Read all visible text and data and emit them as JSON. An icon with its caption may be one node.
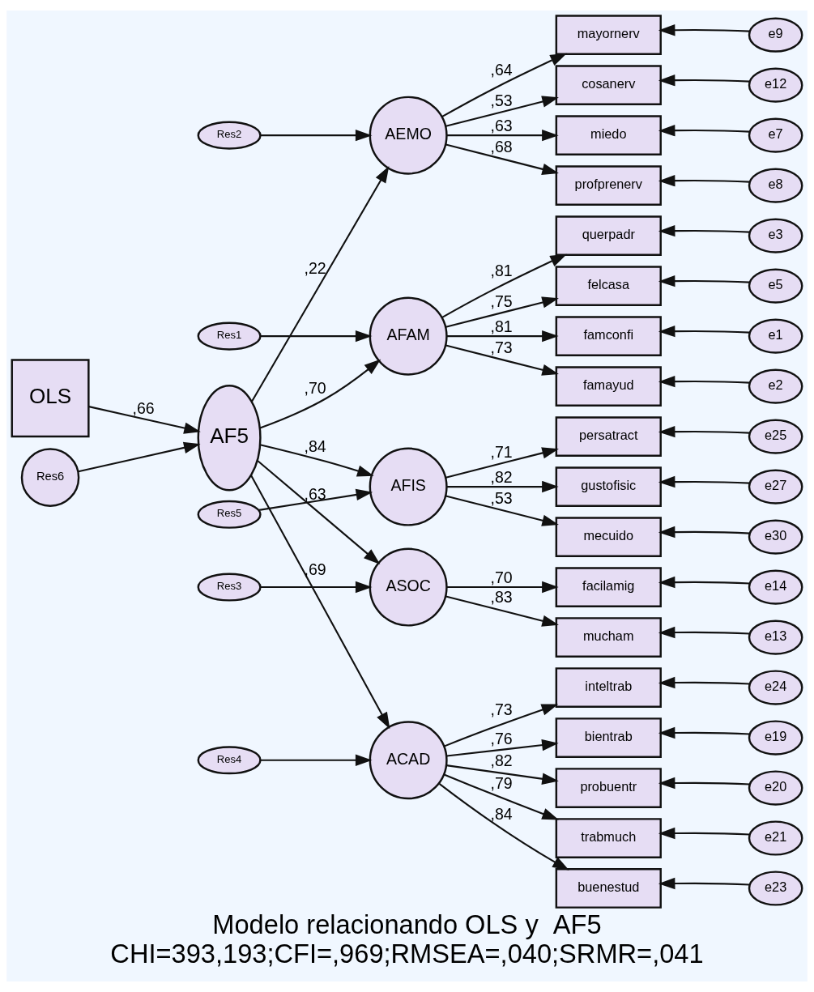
{
  "diagram": {
    "title": "Modelo relacionando OLS y  AF5",
    "caption": "CHI=393,193;CFI=,969;RMSEA=,040;SRMR=,041",
    "nodes": [
      {
        "text": [
          "OLS"
        ]
      },
      {
        "text": [
          "Res6"
        ]
      },
      {
        "text": [
          "AF5"
        ]
      },
      {
        "text": [
          "Res1"
        ]
      },
      {
        "text": [
          "AFAM"
        ]
      },
      {
        "text": [
          "Res2"
        ]
      },
      {
        "text": [
          "AEMO"
        ]
      },
      {
        "text": [
          "Res3"
        ]
      },
      {
        "text": [
          "ASOC"
        ]
      },
      {
        "text": [
          "Res4"
        ]
      },
      {
        "text": [
          "ACAD"
        ]
      },
      {
        "text": [
          "Res5"
        ]
      },
      {
        "text": [
          "AFIS"
        ]
      },
      {
        "text": [
          "famconfi"
        ]
      },
      {
        "text": [
          "famayud"
        ]
      },
      {
        "text": [
          "querpadr"
        ]
      },
      {
        "text": [
          "felcasa"
        ]
      },
      {
        "text": [
          "miedo"
        ]
      },
      {
        "text": [
          "profprenerv"
        ]
      },
      {
        "text": [
          "mayornerv"
        ]
      },
      {
        "text": [
          "cosanerv"
        ]
      },
      {
        "text": [
          "mucham"
        ]
      },
      {
        "text": [
          "facilamig"
        ]
      },
      {
        "text": [
          "bientrab"
        ]
      },
      {
        "text": [
          "probuentr"
        ]
      },
      {
        "text": [
          "trabmuch"
        ]
      },
      {
        "text": [
          "buenestud"
        ]
      },
      {
        "text": [
          "inteltrab"
        ]
      },
      {
        "text": [
          "persatract"
        ]
      },
      {
        "text": [
          "gustofisic"
        ]
      },
      {
        "text": [
          "mecuido"
        ]
      },
      {
        "text": [
          "e1"
        ]
      },
      {
        "text": [
          "e2"
        ]
      },
      {
        "text": [
          "e3"
        ]
      },
      {
        "text": [
          "e5"
        ]
      },
      {
        "text": [
          "e7"
        ]
      },
      {
        "text": [
          "e8"
        ]
      },
      {
        "text": [
          "e9"
        ]
      },
      {
        "text": [
          "e12"
        ]
      },
      {
        "text": [
          "e13"
        ]
      },
      {
        "text": [
          "e14"
        ]
      },
      {
        "text": [
          "e19"
        ]
      },
      {
        "text": [
          "e20"
        ]
      },
      {
        "text": [
          "e21"
        ]
      },
      {
        "text": [
          "e23"
        ]
      },
      {
        "text": [
          "e24"
        ]
      },
      {
        "text": [
          "e25"
        ]
      },
      {
        "text": [
          "e27"
        ]
      },
      {
        "text": [
          "e30"
        ]
      }
    ],
    "edges": [
      {
        "from": 0,
        "to": 2,
        "arrow": "to",
        "label": ",66"
      },
      {
        "from": 1,
        "to": 2,
        "arrow": "to"
      },
      {
        "from": 2,
        "to": 4,
        "arrow": "to",
        "label": ",70"
      },
      {
        "from": 2,
        "to": 6,
        "arrow": "to",
        "label": ",22"
      },
      {
        "from": 2,
        "to": 8,
        "arrow": "to",
        "label": ",63"
      },
      {
        "from": 2,
        "to": 10,
        "arrow": "to",
        "label": ",69"
      },
      {
        "from": 2,
        "to": 12,
        "arrow": "to",
        "label": ",84"
      },
      {
        "from": 3,
        "to": 4,
        "arrow": "to"
      },
      {
        "from": 5,
        "to": 6,
        "arrow": "to"
      },
      {
        "from": 7,
        "to": 8,
        "arrow": "to"
      },
      {
        "from": 9,
        "to": 10,
        "arrow": "to"
      },
      {
        "from": 11,
        "to": 12,
        "arrow": "to"
      },
      {
        "from": 4,
        "to": 13,
        "arrow": "to",
        "label": ",81"
      },
      {
        "from": 4,
        "to": 14,
        "arrow": "to",
        "label": ",73"
      },
      {
        "from": 4,
        "to": 15,
        "arrow": "to",
        "label": ",81"
      },
      {
        "from": 4,
        "to": 16,
        "arrow": "to",
        "label": ",75"
      },
      {
        "from": 6,
        "to": 17,
        "arrow": "to",
        "label": ",63"
      },
      {
        "from": 6,
        "to": 18,
        "arrow": "to",
        "label": ",68"
      },
      {
        "from": 6,
        "to": 19,
        "arrow": "to",
        "label": ",64"
      },
      {
        "from": 6,
        "to": 20,
        "arrow": "to",
        "label": ",53"
      },
      {
        "from": 8,
        "to": 21,
        "arrow": "to",
        "label": ",83"
      },
      {
        "from": 8,
        "to": 22,
        "arrow": "to",
        "label": ",70"
      },
      {
        "from": 10,
        "to": 23,
        "arrow": "to",
        "label": ",76"
      },
      {
        "from": 10,
        "to": 24,
        "arrow": "to",
        "label": ",82"
      },
      {
        "from": 10,
        "to": 25,
        "arrow": "to",
        "label": ",79"
      },
      {
        "from": 10,
        "to": 26,
        "arrow": "to",
        "label": ",84"
      },
      {
        "from": 10,
        "to": 27,
        "arrow": "to",
        "label": ",73"
      },
      {
        "from": 12,
        "to": 28,
        "arrow": "to",
        "label": ",71"
      },
      {
        "from": 12,
        "to": 29,
        "arrow": "to",
        "label": ",82"
      },
      {
        "from": 12,
        "to": 30,
        "arrow": "to",
        "label": ",53"
      },
      {
        "from": 31,
        "to": 13,
        "arrow": "to"
      },
      {
        "from": 32,
        "to": 14,
        "arrow": "to"
      },
      {
        "from": 33,
        "to": 15,
        "arrow": "to"
      },
      {
        "from": 34,
        "to": 16,
        "arrow": "to"
      },
      {
        "from": 35,
        "to": 17,
        "arrow": "to"
      },
      {
        "from": 36,
        "to": 18,
        "arrow": "to"
      },
      {
        "from": 37,
        "to": 19,
        "arrow": "to"
      },
      {
        "from": 38,
        "to": 20,
        "arrow": "to"
      },
      {
        "from": 39,
        "to": 21,
        "arrow": "to"
      },
      {
        "from": 40,
        "to": 22,
        "arrow": "to"
      },
      {
        "from": 41,
        "to": 23,
        "arrow": "to"
      },
      {
        "from": 42,
        "to": 24,
        "arrow": "to"
      },
      {
        "from": 43,
        "to": 25,
        "arrow": "to"
      },
      {
        "from": 44,
        "to": 26,
        "arrow": "to"
      },
      {
        "from": 45,
        "to": 27,
        "arrow": "to"
      },
      {
        "from": 46,
        "to": 28,
        "arrow": "to"
      },
      {
        "from": 47,
        "to": 29,
        "arrow": "to"
      },
      {
        "from": 48,
        "to": 30,
        "arrow": "to"
      }
    ]
  }
}
